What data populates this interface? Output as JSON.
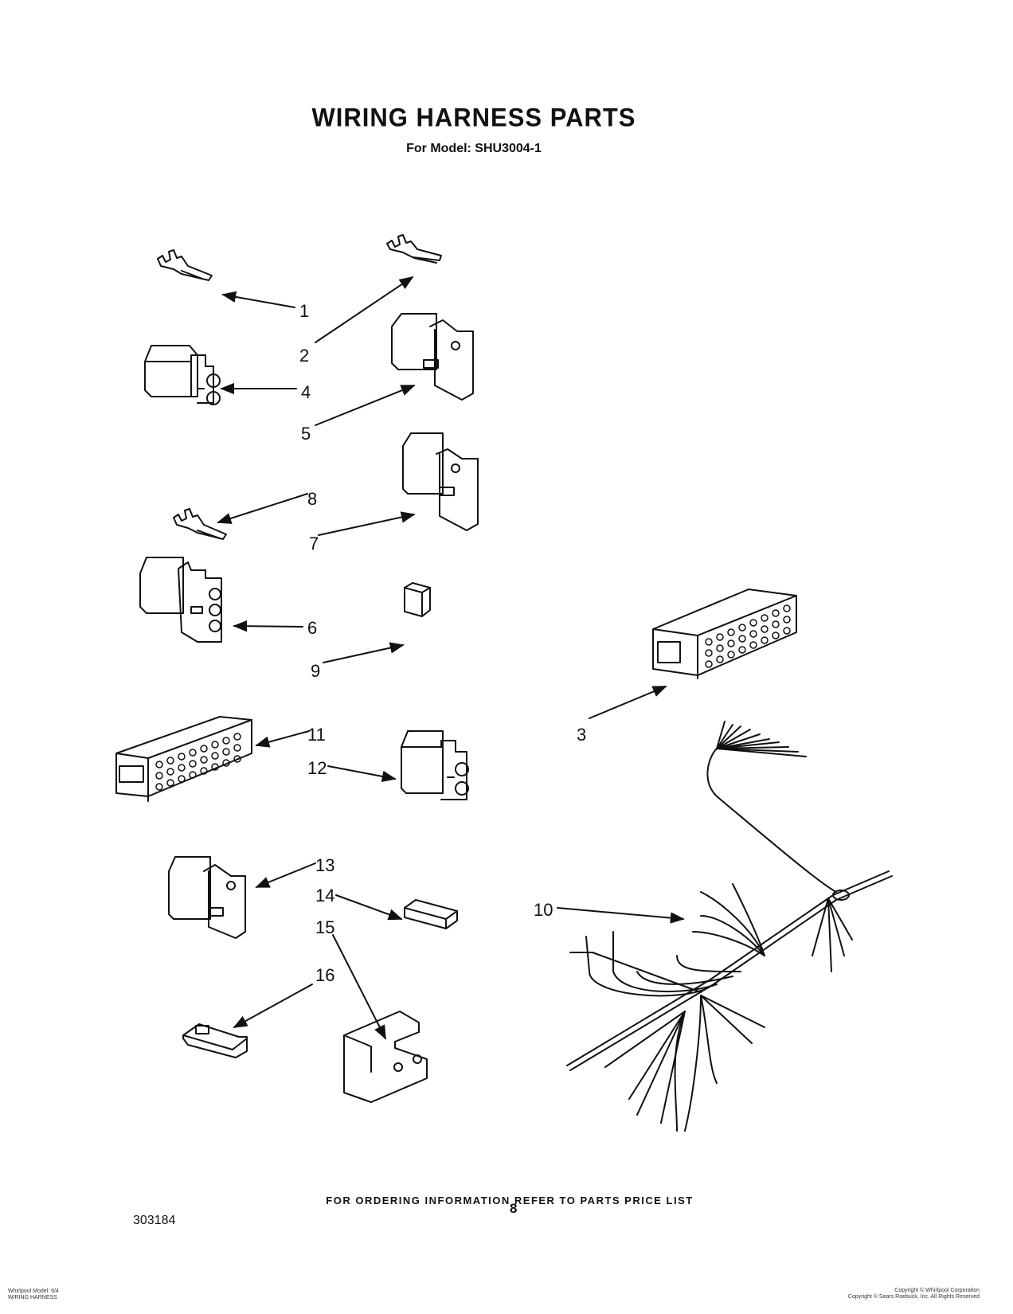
{
  "title": "WIRING HARNESS PARTS",
  "subtitle": "For Model: SHU3004-1",
  "callouts": {
    "c1": "1",
    "c2": "2",
    "c3": "3",
    "c4": "4",
    "c5": "5",
    "c6": "6",
    "c7": "7",
    "c8": "8",
    "c9": "9",
    "c10": "10",
    "c11": "11",
    "c12": "12",
    "c13": "13",
    "c14": "14",
    "c15": "15",
    "c16": "16"
  },
  "ordering_note": "FOR ORDERING INFORMATION REFER TO PARTS PRICE LIST",
  "page_number": "8",
  "document_number": "303184",
  "footer_left": [
    "Whirlpool Model: 6/4",
    "WIRING HARNESS"
  ],
  "footer_right": [
    "Copyright © Whirlpool Corporation",
    "Copyright © Sears Roebuck, Inc. All Rights Reserved"
  ]
}
